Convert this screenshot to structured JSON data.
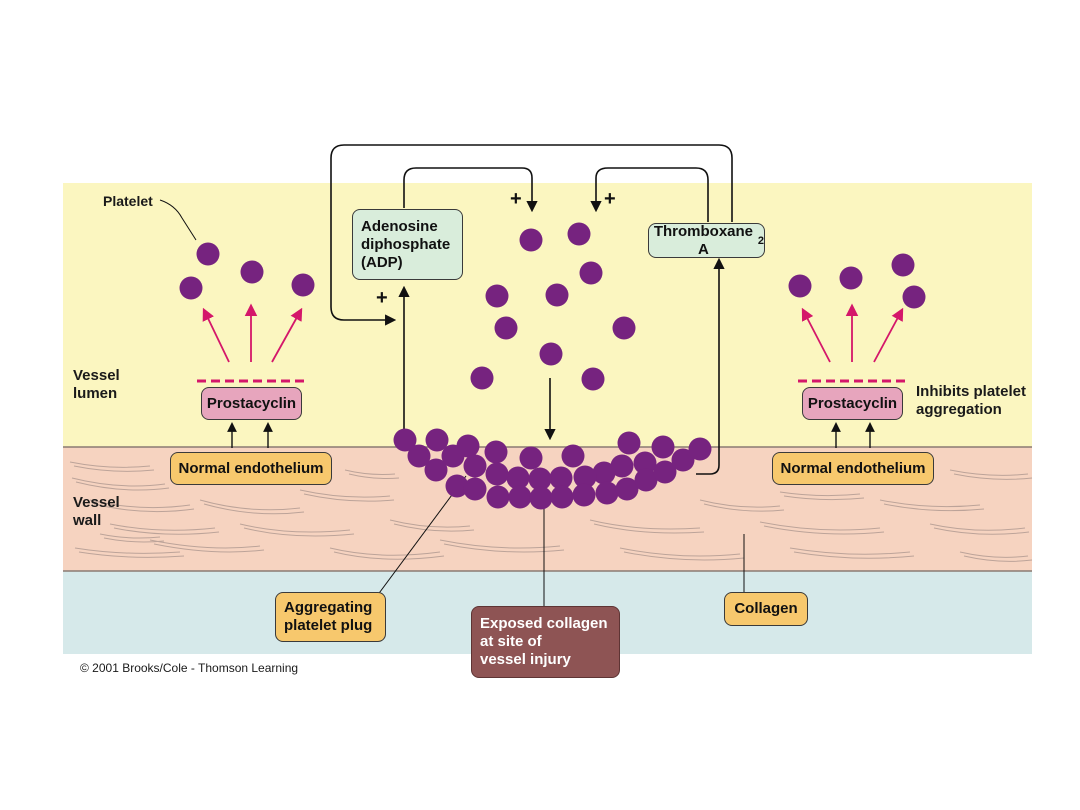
{
  "colors": {
    "lumen": "#fbf6c0",
    "wall": "#f6d3c0",
    "tissue": "#d6e9ea",
    "platelet": "#76237f",
    "magenta_arrow": "#d4176a",
    "prostacyclin_fill": "#e7a5bd",
    "endothelium_fill": "#f7c86d",
    "adp_fill": "#d9eddb",
    "collagen_exposed_fill": "#8e5454"
  },
  "labels": {
    "platelet": "Platelet",
    "vessel_lumen": "Vessel\nlumen",
    "vessel_wall": "Vessel\nwall",
    "inhibits": "Inhibits platelet\naggregation"
  },
  "boxes": {
    "prostacyclin": "Prostacyclin",
    "normal_endothelium": "Normal endothelium",
    "adp": "Adenosine\ndiphosphate\n(ADP)",
    "thromboxane": "Thromboxane A",
    "thromboxane_sub": "2",
    "aggregating_plug": "Aggregating\nplatelet plug",
    "exposed_collagen": "Exposed collagen\nat site of\nvessel injury",
    "collagen": "Collagen"
  },
  "signs": {
    "plus": "+"
  },
  "copyright": "© 2001 Brooks/Cole - Thomson Learning"
}
